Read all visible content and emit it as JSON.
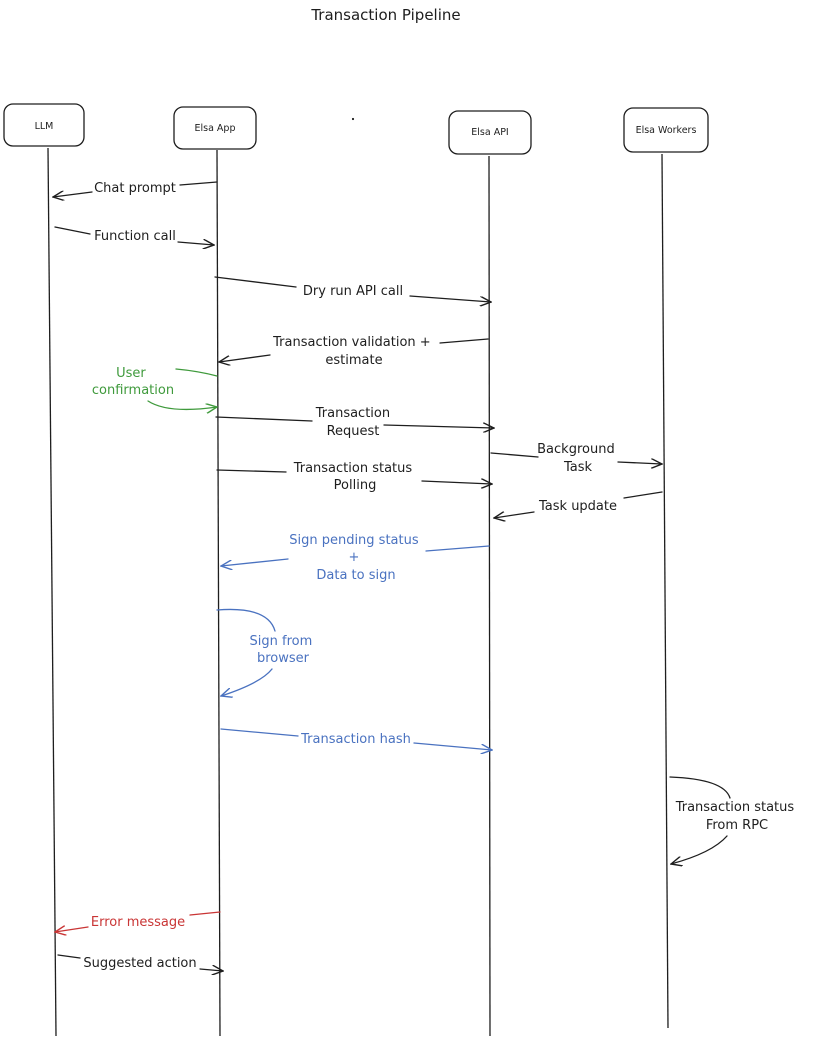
{
  "title": "Transaction Pipeline",
  "colors": {
    "ink": "#1e1e1e",
    "green": "#3f9a3c",
    "blue": "#4a72c0",
    "red": "#c93535"
  },
  "actors": [
    {
      "id": "llm",
      "label": "LLM"
    },
    {
      "id": "app",
      "label": "Elsa App"
    },
    {
      "id": "api",
      "label": "Elsa API"
    },
    {
      "id": "workers",
      "label": "Elsa Workers"
    }
  ],
  "messages": [
    {
      "id": "chat-prompt",
      "lines": [
        "Chat prompt"
      ],
      "color": "ink"
    },
    {
      "id": "function-call",
      "lines": [
        "Function call"
      ],
      "color": "ink"
    },
    {
      "id": "dry-run",
      "lines": [
        "Dry run API call"
      ],
      "color": "ink"
    },
    {
      "id": "validation",
      "lines": [
        "Transaction validation +",
        "estimate"
      ],
      "color": "ink"
    },
    {
      "id": "user-confirmation",
      "lines": [
        "User",
        "confirmation"
      ],
      "color": "green"
    },
    {
      "id": "transaction-request",
      "lines": [
        "Transaction",
        "Request"
      ],
      "color": "ink"
    },
    {
      "id": "background-task",
      "lines": [
        "Background",
        "Task"
      ],
      "color": "ink"
    },
    {
      "id": "status-polling",
      "lines": [
        "Transaction status",
        "Polling"
      ],
      "color": "ink"
    },
    {
      "id": "task-update",
      "lines": [
        "Task update"
      ],
      "color": "ink"
    },
    {
      "id": "sign-pending",
      "lines": [
        "Sign pending status",
        "+",
        "Data to sign"
      ],
      "color": "blue"
    },
    {
      "id": "sign-browser",
      "lines": [
        "Sign from",
        "browser"
      ],
      "color": "blue"
    },
    {
      "id": "tx-hash",
      "lines": [
        "Transaction hash"
      ],
      "color": "blue"
    },
    {
      "id": "status-rpc",
      "lines": [
        "Transaction status",
        "From RPC"
      ],
      "color": "ink"
    },
    {
      "id": "error-message",
      "lines": [
        "Error message"
      ],
      "color": "red"
    },
    {
      "id": "suggested-action",
      "lines": [
        "Suggested action"
      ],
      "color": "ink"
    }
  ]
}
